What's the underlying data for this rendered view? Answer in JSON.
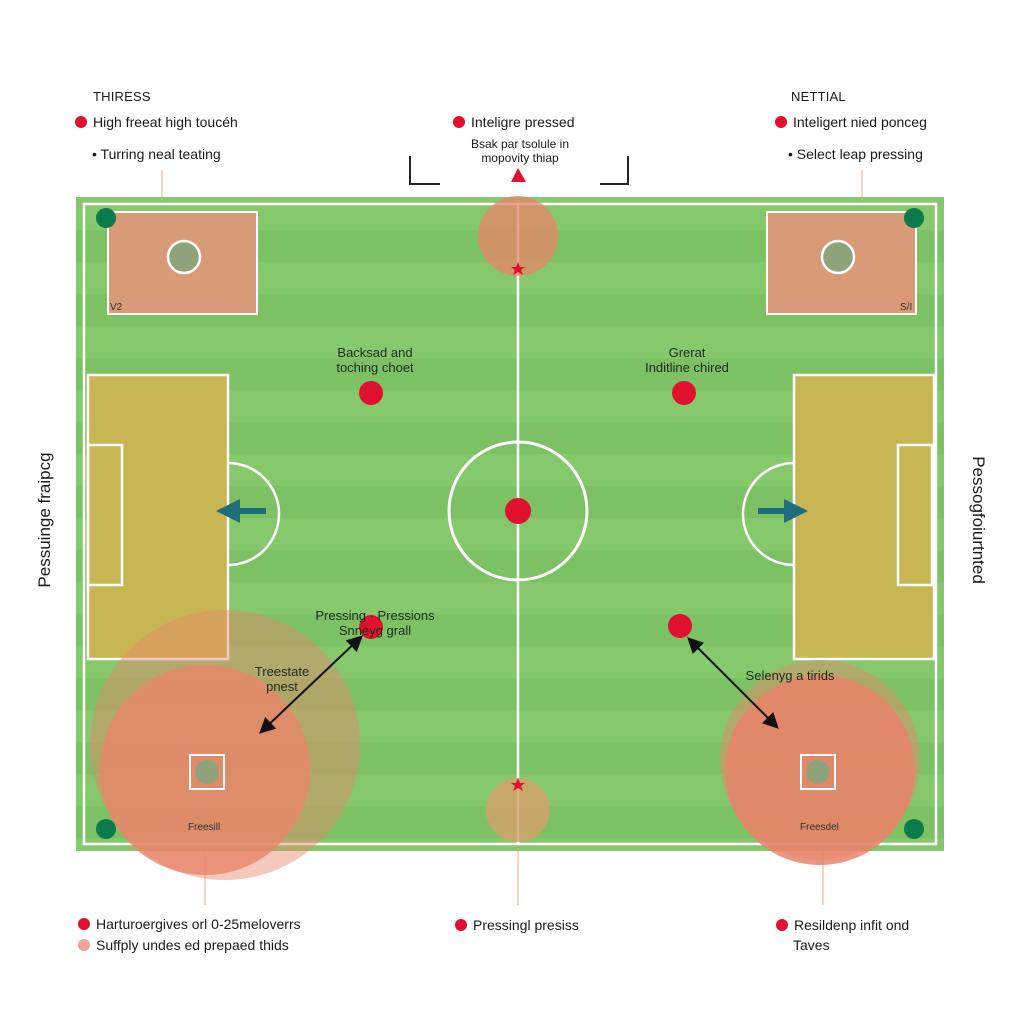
{
  "headers": {
    "left": "THIRESS",
    "right": "NETTIAL"
  },
  "legend_top": {
    "left": [
      {
        "text": "High freeat high toucéh",
        "marker": "red-dot"
      },
      {
        "text": "• Turring neal teating",
        "marker": "none"
      }
    ],
    "center": {
      "text": "Inteligre pressed",
      "marker": "red-dot",
      "sub": "Bsak par tsolule in\nmopovity thiap"
    },
    "right": [
      {
        "text": "Inteligert nied ponceg",
        "marker": "red-dot"
      },
      {
        "text": "• Select leap pressing",
        "marker": "none"
      }
    ]
  },
  "pitch_labels": {
    "top_left_zone": "Backsad and\ntoching choet",
    "top_right_zone": "Grerat\nInditline chired",
    "press_mid_left": "Pressing · Pressions\nSnneyg grall",
    "treestate": "Treestate\npnest",
    "seleniyg": "Selenyg a tirids",
    "bottom_left_box": "Freesill",
    "bottom_right_box": "Freesdel",
    "corner_tl": "V2",
    "corner_tr": "S/I"
  },
  "side_labels": {
    "left": "Pessuinge fraipcg",
    "right": "Pessogfoiurtnted"
  },
  "legend_bottom": {
    "left": [
      {
        "text": "Harturoergives orl 0-25meloverrs",
        "marker": "red-dot"
      },
      {
        "text": "Suffply undes ed prepaed thids",
        "marker": "light-dot"
      }
    ],
    "center": {
      "text": "Pressingl presiss",
      "marker": "red-dot"
    },
    "right": [
      {
        "text": "Resildenp infit ond",
        "marker": "red-dot"
      },
      {
        "text": "Taves",
        "marker": "none"
      }
    ]
  },
  "colors": {
    "pitch_light": "#86c96d",
    "pitch_dark": "#7cc264",
    "press_red": "#e0102e",
    "zone_salmon": "#e8846a",
    "box_olive": "#c7b653",
    "arrow_teal": "#1f6d78",
    "corner_green": "#0c7a4a"
  }
}
